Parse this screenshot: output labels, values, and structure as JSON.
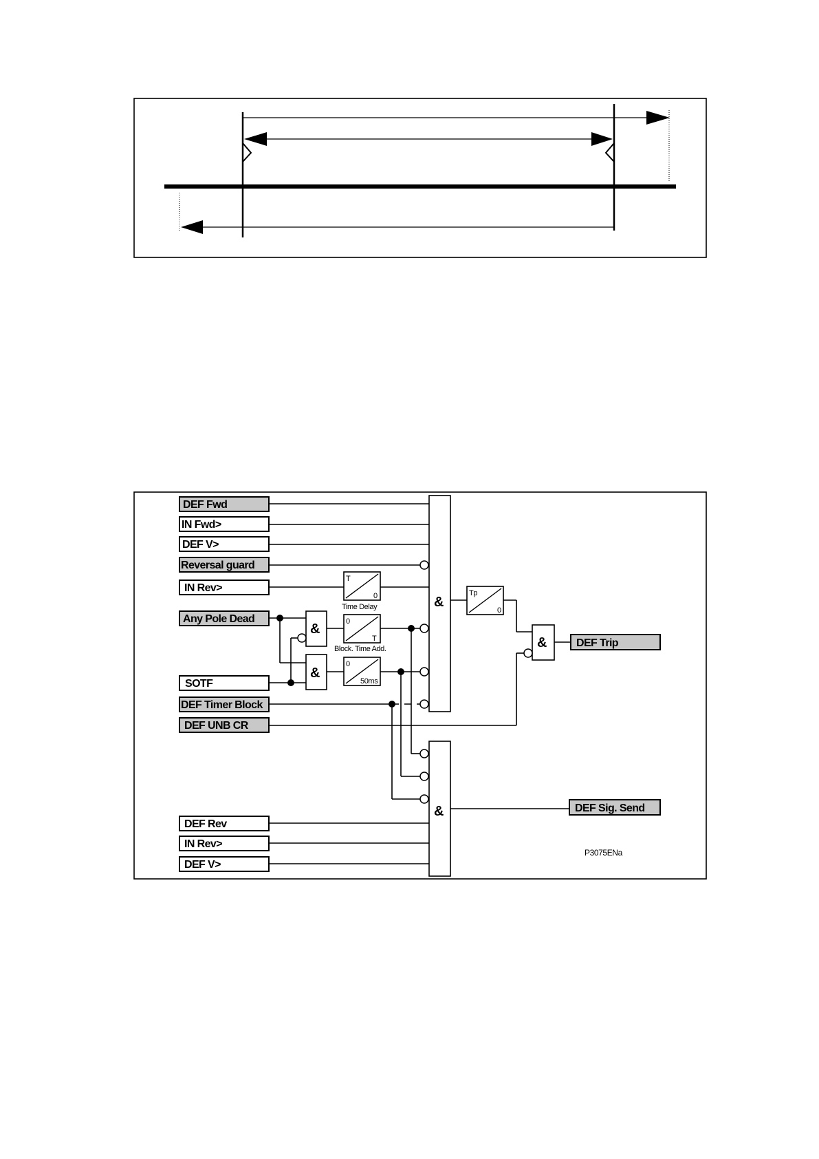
{
  "inputs": {
    "def_fwd": "DEF Fwd",
    "in_fwd": "IN Fwd>",
    "def_v_1": "DEF V>",
    "reversal_guard": "Reversal guard",
    "in_rev_1": "IN Rev>",
    "any_pole_dead": "Any Pole Dead",
    "sotf": "SOTF",
    "def_timer_block": "DEF Timer Block",
    "def_unb_cr": "DEF UNB CR",
    "def_rev": "DEF Rev",
    "in_rev_2": "IN Rev>",
    "def_v_2": "DEF V>"
  },
  "outputs": {
    "def_trip": "DEF Trip",
    "def_sig_send": "DEF Sig. Send"
  },
  "gates": {
    "and_symbol": "&"
  },
  "timers": {
    "time_delay": {
      "top": "T",
      "bottom": "0",
      "caption": "Time Delay"
    },
    "block_time_add": {
      "top": "0",
      "bottom": "T",
      "caption": "Block. Time Add."
    },
    "fixed_50ms": {
      "top": "0",
      "bottom": "50ms"
    },
    "tp": {
      "top": "Tp",
      "bottom": "0"
    }
  },
  "figure_ref": "P3075ENa",
  "colors": {
    "shaded_label": "#c8c8c8",
    "line": "#000000"
  }
}
